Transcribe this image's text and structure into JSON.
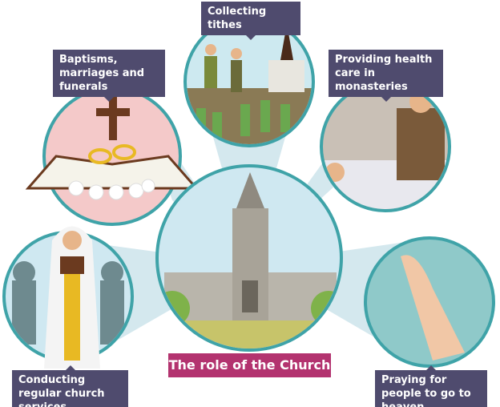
{
  "title": "The role of the Church",
  "roles": [
    {
      "label": "Collecting tithes"
    },
    {
      "label": "Baptisms, marriages and funerals"
    },
    {
      "label": "Providing health care in monasteries"
    },
    {
      "label": "Conducting regular church services"
    },
    {
      "label": "Praying for people to go to heaven"
    }
  ],
  "colors": {
    "label_bg": "#4f4b6e",
    "title_bg": "#b3336f",
    "circle_border": "#3fa3a8",
    "rays": "#d4e8ee"
  }
}
